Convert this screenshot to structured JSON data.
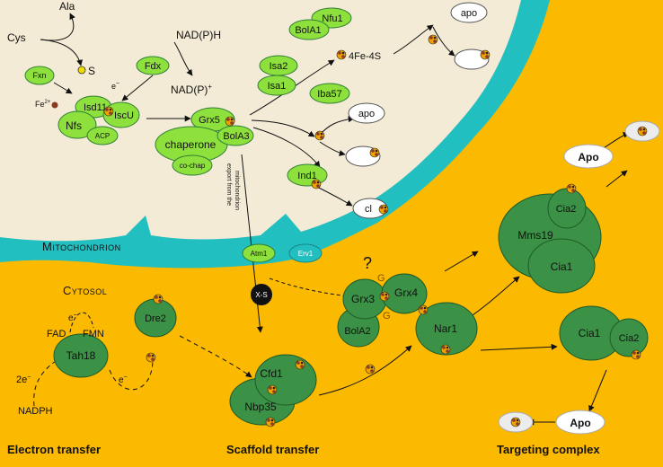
{
  "colors": {
    "cytosol": "#fbb900",
    "matrix": "#f3ebd6",
    "membrane": "#22bfc1",
    "light_green": "#8ee03c",
    "dark_green": "#3b9146",
    "cluster_dark": "#222222",
    "cluster_accent": "#f0a400",
    "iron": "#8b3a22",
    "sulfur": "#f2dc00"
  },
  "compartments": {
    "mitochondrion": "Mitochondrion",
    "cytosol": "Cytosol"
  },
  "mito": {
    "ala": "Ala",
    "cys": "Cys",
    "s": "S",
    "nadph": "NAD(P)H",
    "nadp": "NAD(P)",
    "nadp_plus": "+",
    "fdx": "Fdx",
    "e": "e",
    "e_minus": "−",
    "fxn": "Fxn",
    "fe": "Fe",
    "fe_charge": "2+",
    "isd11": "Isd11",
    "nfs": "Nfs",
    "iscu": "IscU",
    "acp": "ACP",
    "grx5": "Grx5",
    "bola3": "BolA3",
    "chaperone": "chaperone",
    "cochap": "co-chap",
    "isa2": "Isa2",
    "isa1": "Isa1",
    "iba57": "Iba57",
    "nfu1": "Nfu1",
    "bola1": "BolA1",
    "fe4s4": "4Fe-4S",
    "apo_top": "apo",
    "apo_mid": "apo",
    "ind1": "Ind1",
    "cl": "cl",
    "export_line1": "export from the",
    "export_line2": "mitochondrion"
  },
  "membrane": {
    "atm1": "Atm1",
    "erv1": "Erv1"
  },
  "cyto": {
    "xs": "X-S",
    "question": "?",
    "g": "G",
    "grx3": "Grx3",
    "grx4": "Grx4",
    "bola2": "BolA2",
    "dre2": "Dre2",
    "tah18": "Tah18",
    "fad": "FAD",
    "fmn": "FMN",
    "e": "e",
    "e_minus": "−",
    "two_e": "2e",
    "nadph": "NADPH",
    "cfd1": "Cfd1",
    "nbp35": "Nbp35",
    "nar1": "Nar1",
    "mms19": "Mms19",
    "cia2_top": "Cia2",
    "cia1_top": "Cia1",
    "cia1_bottom": "Cia1",
    "cia2_bottom": "Cia2",
    "apo_top": "Apo",
    "apo_bottom": "Apo"
  },
  "captions": {
    "electron": "Electron transfer",
    "scaffold": "Scaffold transfer",
    "targeting": "Targeting complex"
  }
}
